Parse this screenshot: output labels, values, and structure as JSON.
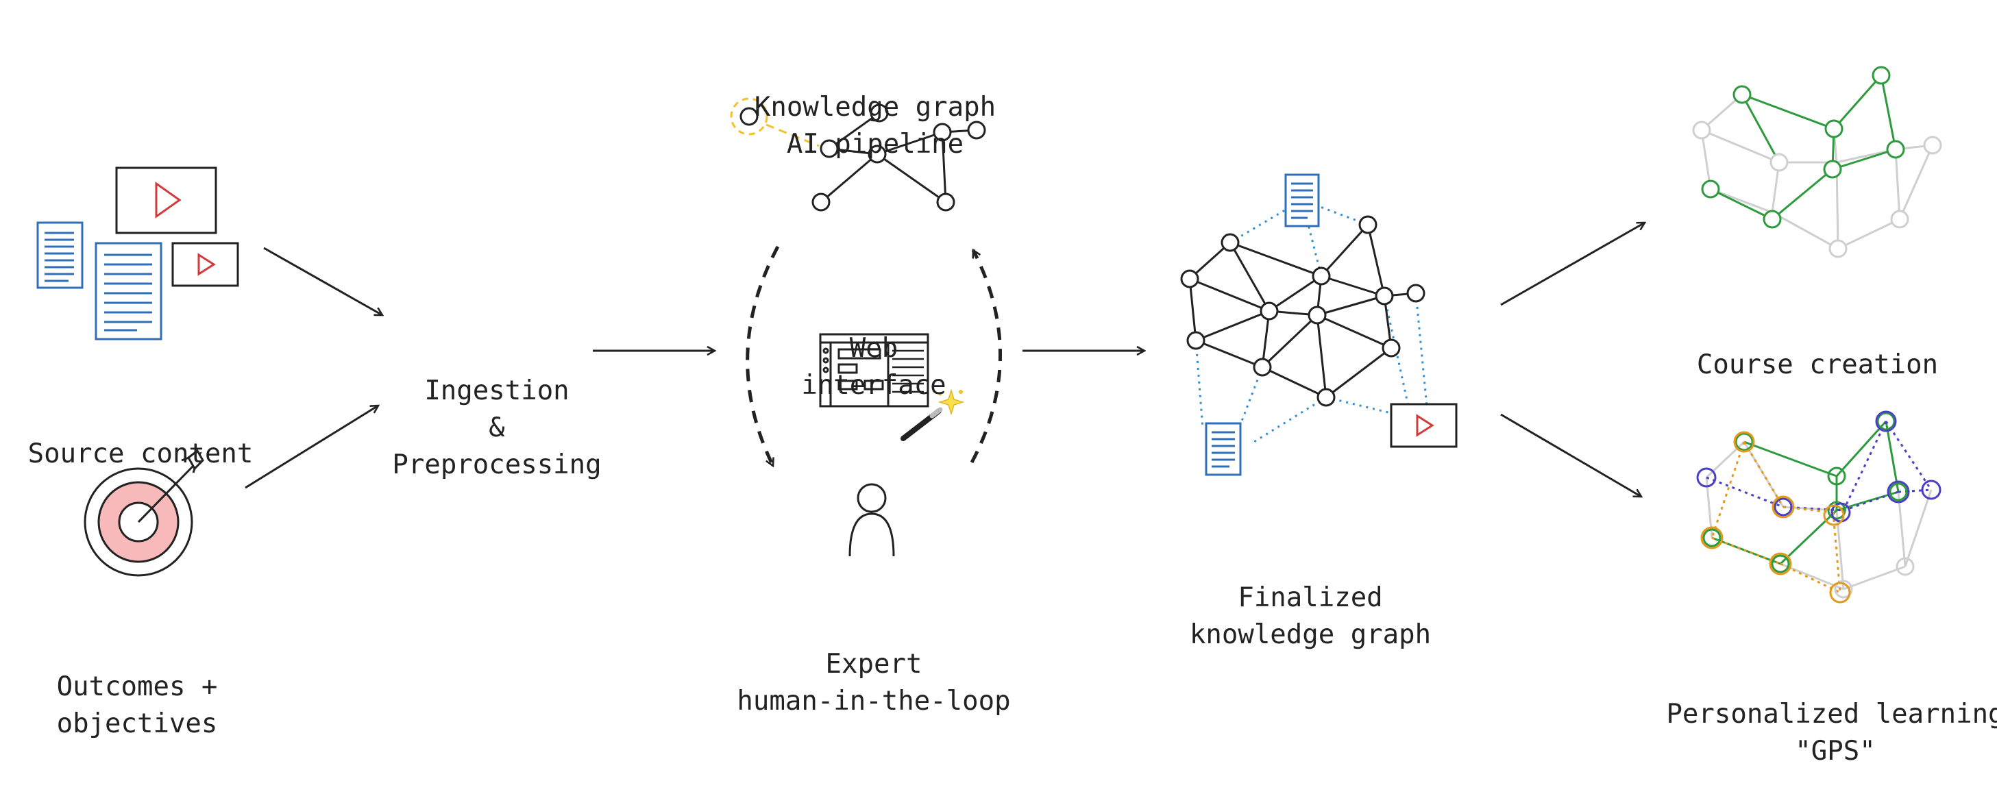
{
  "labels": {
    "source_content": "Source content",
    "outcomes": [
      "Outcomes +",
      "objectives"
    ],
    "ingestion": [
      "Ingestion",
      "&",
      "Preprocessing"
    ],
    "kg_pipeline": [
      "Knowledge graph",
      "AI pipeline"
    ],
    "web_interface": [
      "Web",
      "interface"
    ],
    "expert": [
      "Expert",
      "human-in-the-loop"
    ],
    "finalized": [
      "Finalized",
      "knowledge graph"
    ],
    "course_creation": "Course creation",
    "personalized": [
      "Personalized learning",
      "\"GPS\""
    ]
  },
  "colors": {
    "doc_blue": "#2f6fb8",
    "play_red": "#d33a3a",
    "target_pink": "#f7b9b9",
    "highlight_yellow": "#f2c12e",
    "course_green": "#2e9a3e",
    "path_purple": "#4a3fc4",
    "path_orange": "#e39a1a",
    "faded_gray": "#cfcfcf",
    "dotted_blue": "#2f8fd0"
  },
  "icons": [
    "document-icon",
    "video-icon",
    "target-icon",
    "arrow-icon",
    "graph-icon",
    "web-interface-icon",
    "magic-wand-icon",
    "person-icon"
  ]
}
